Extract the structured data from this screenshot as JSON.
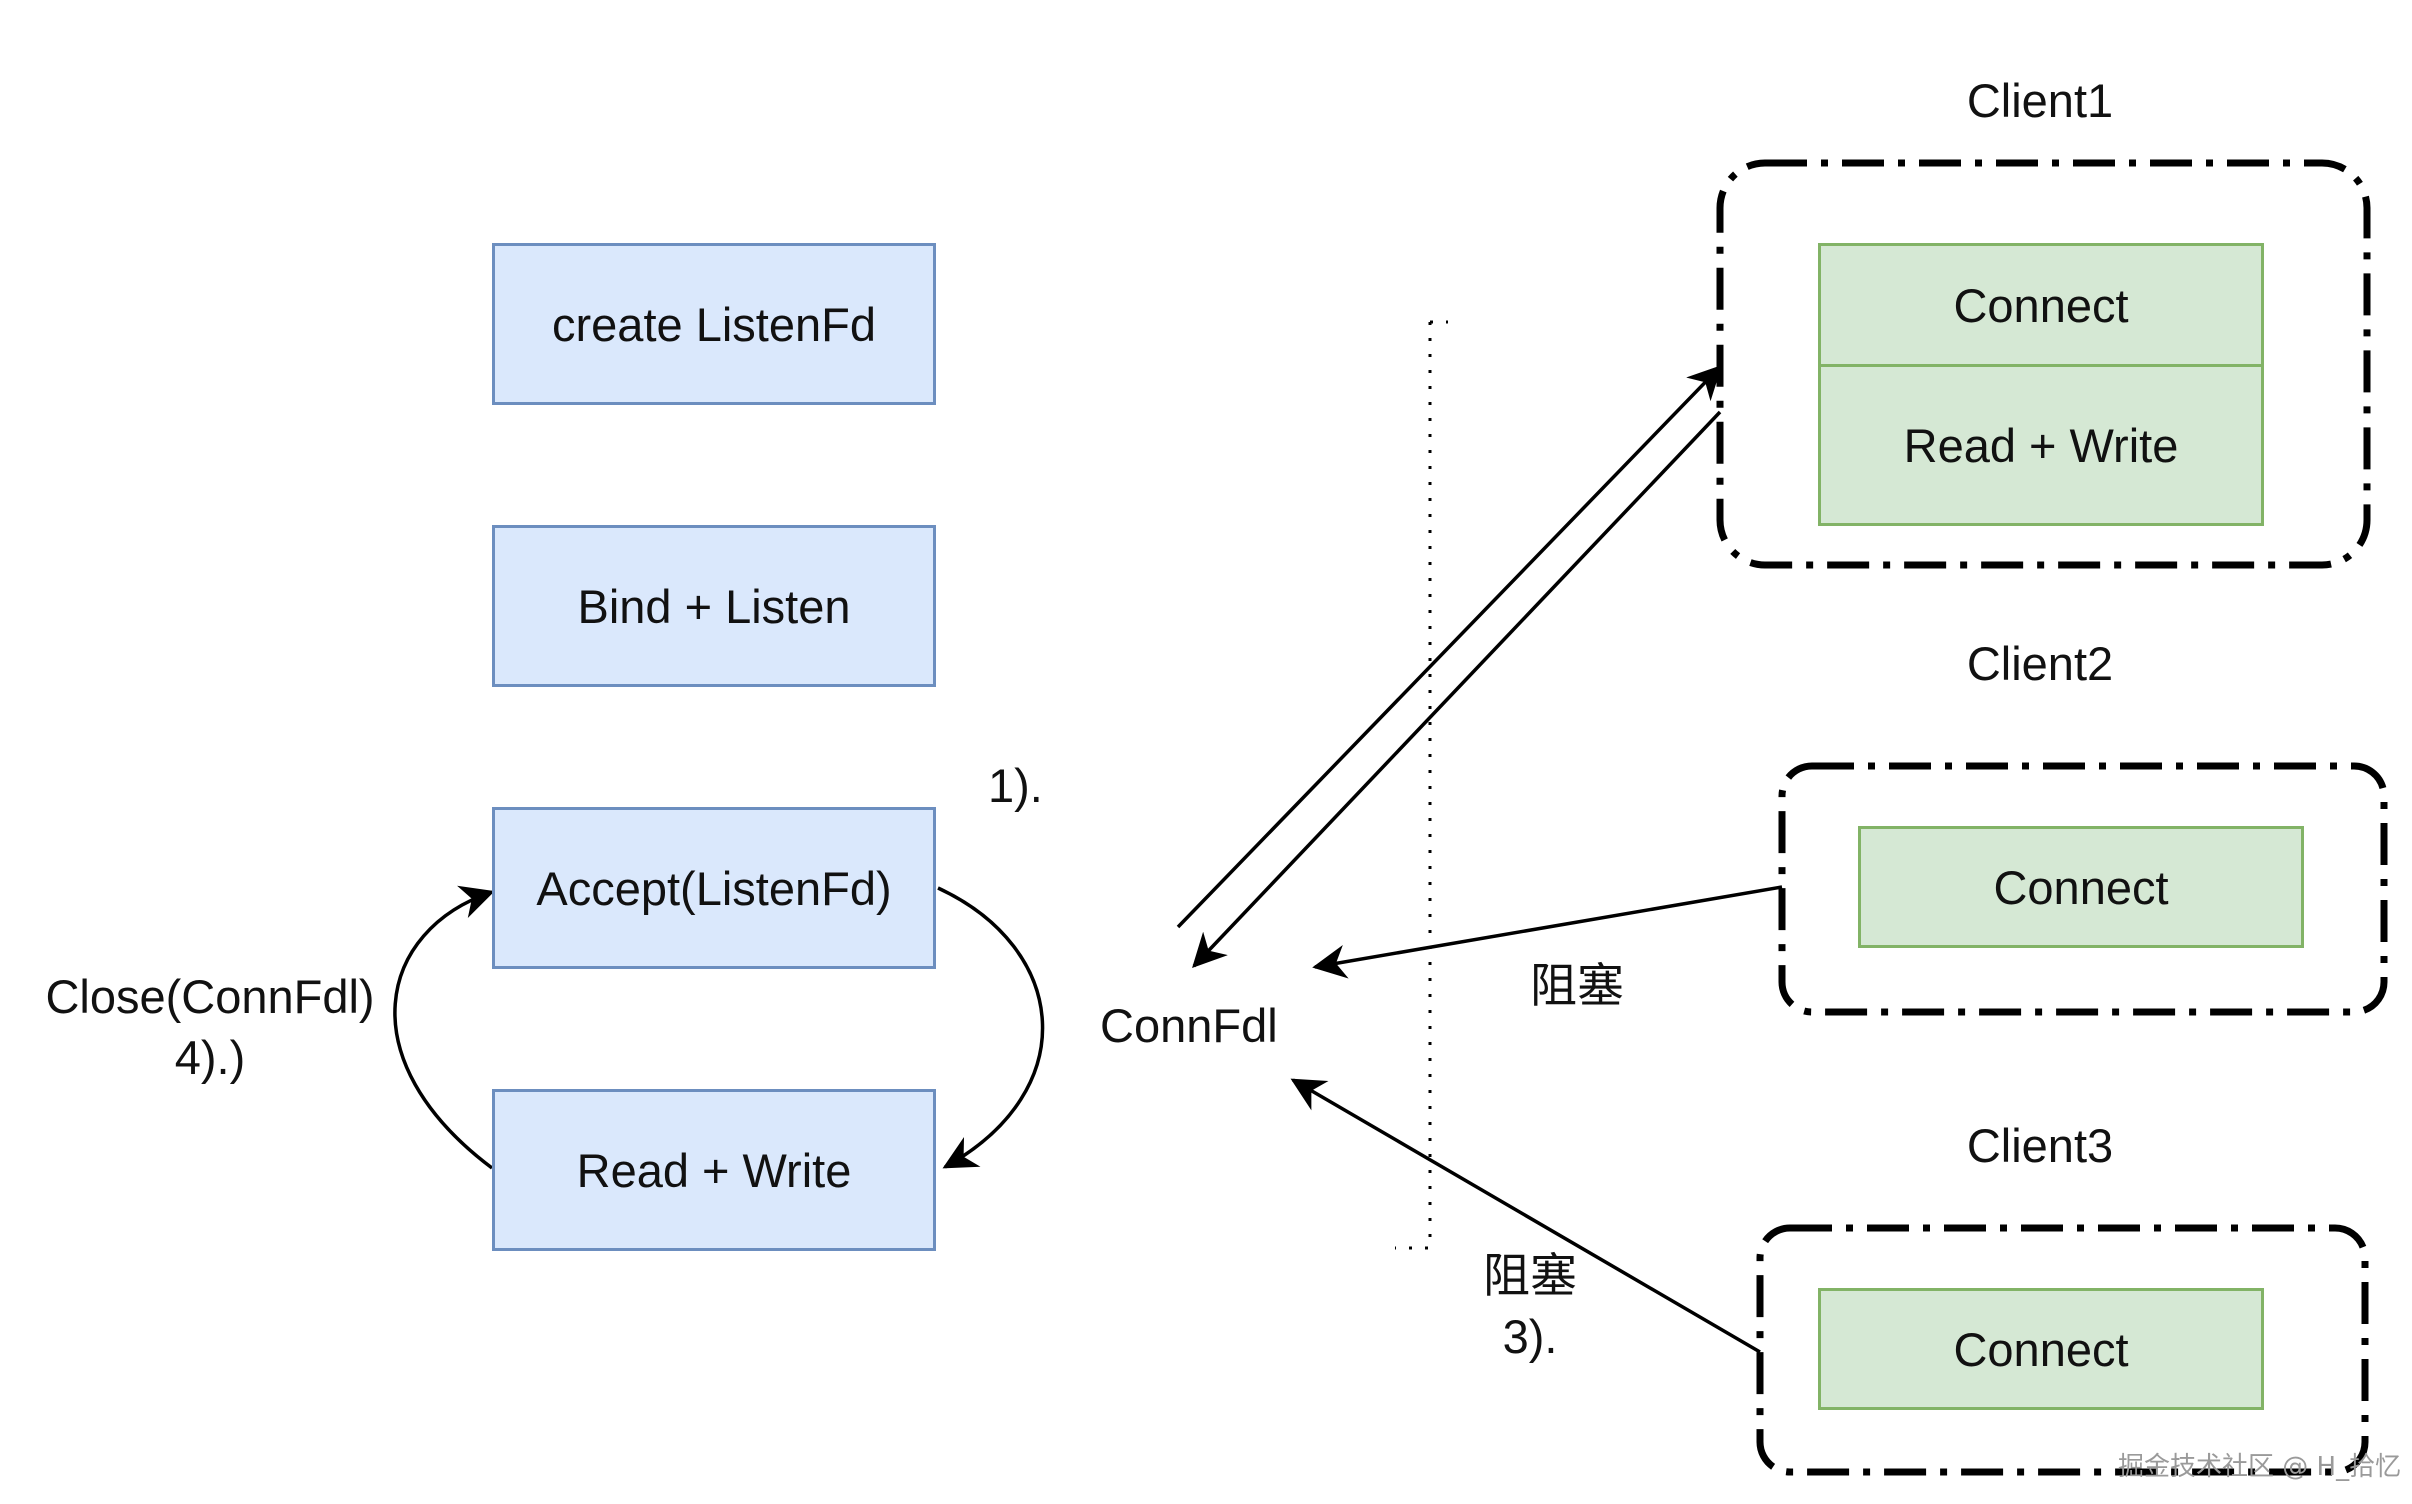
{
  "server_steps": {
    "create": "create ListenFd",
    "bind": "Bind + Listen",
    "accept": "Accept(ListenFd)",
    "readwrite": "Read + Write"
  },
  "annotations": {
    "step1": "1).",
    "close_line1": "Close(ConnFdl)",
    "close_line2": "4).)",
    "connfd": "ConnFdl",
    "blocked_client2": "阻塞",
    "blocked_client3_line1": "阻塞",
    "blocked_client3_line2": "3)."
  },
  "clients": [
    {
      "title": "Client1",
      "boxes": [
        "Connect",
        "Read + Write"
      ]
    },
    {
      "title": "Client2",
      "boxes": [
        "Connect"
      ]
    },
    {
      "title": "Client3",
      "boxes": [
        "Connect"
      ]
    }
  ],
  "watermark": "掘金技术社区 @ H_拾忆",
  "colors": {
    "server_fill": "#dae8fc",
    "server_stroke": "#6c8ebf",
    "client_fill": "#d5e8d4",
    "client_stroke": "#82b366"
  }
}
